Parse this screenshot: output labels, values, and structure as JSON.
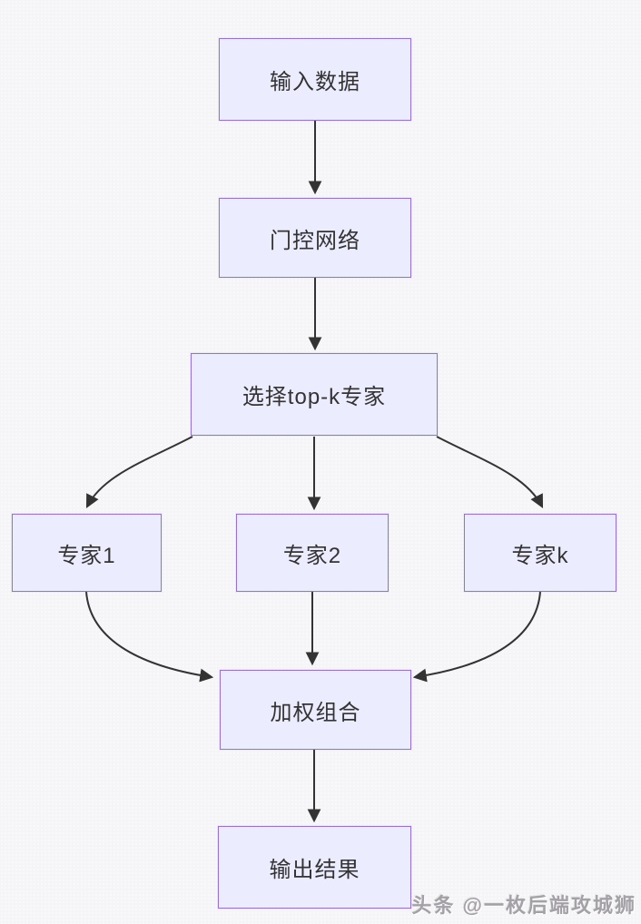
{
  "diagram": {
    "nodes": {
      "input": {
        "label": "输入数据"
      },
      "gating": {
        "label": "门控网络"
      },
      "topk": {
        "label": "选择top-k专家"
      },
      "expert1": {
        "label": "专家1"
      },
      "expert2": {
        "label": "专家2"
      },
      "expertk": {
        "label": "专家k"
      },
      "combine": {
        "label": "加权组合"
      },
      "output": {
        "label": "输出结果"
      }
    },
    "edges": [
      "input->gating",
      "gating->topk",
      "topk->expert1",
      "topk->expert2",
      "topk->expertk",
      "expert1->combine",
      "expert2->combine",
      "expertk->combine",
      "combine->output"
    ]
  },
  "watermark": {
    "text": "头条 @一枚后端攻城狮"
  },
  "colors": {
    "node_fill": "#ECECFF",
    "node_border": "#9370DB",
    "edge": "#333333",
    "text": "#333333"
  }
}
